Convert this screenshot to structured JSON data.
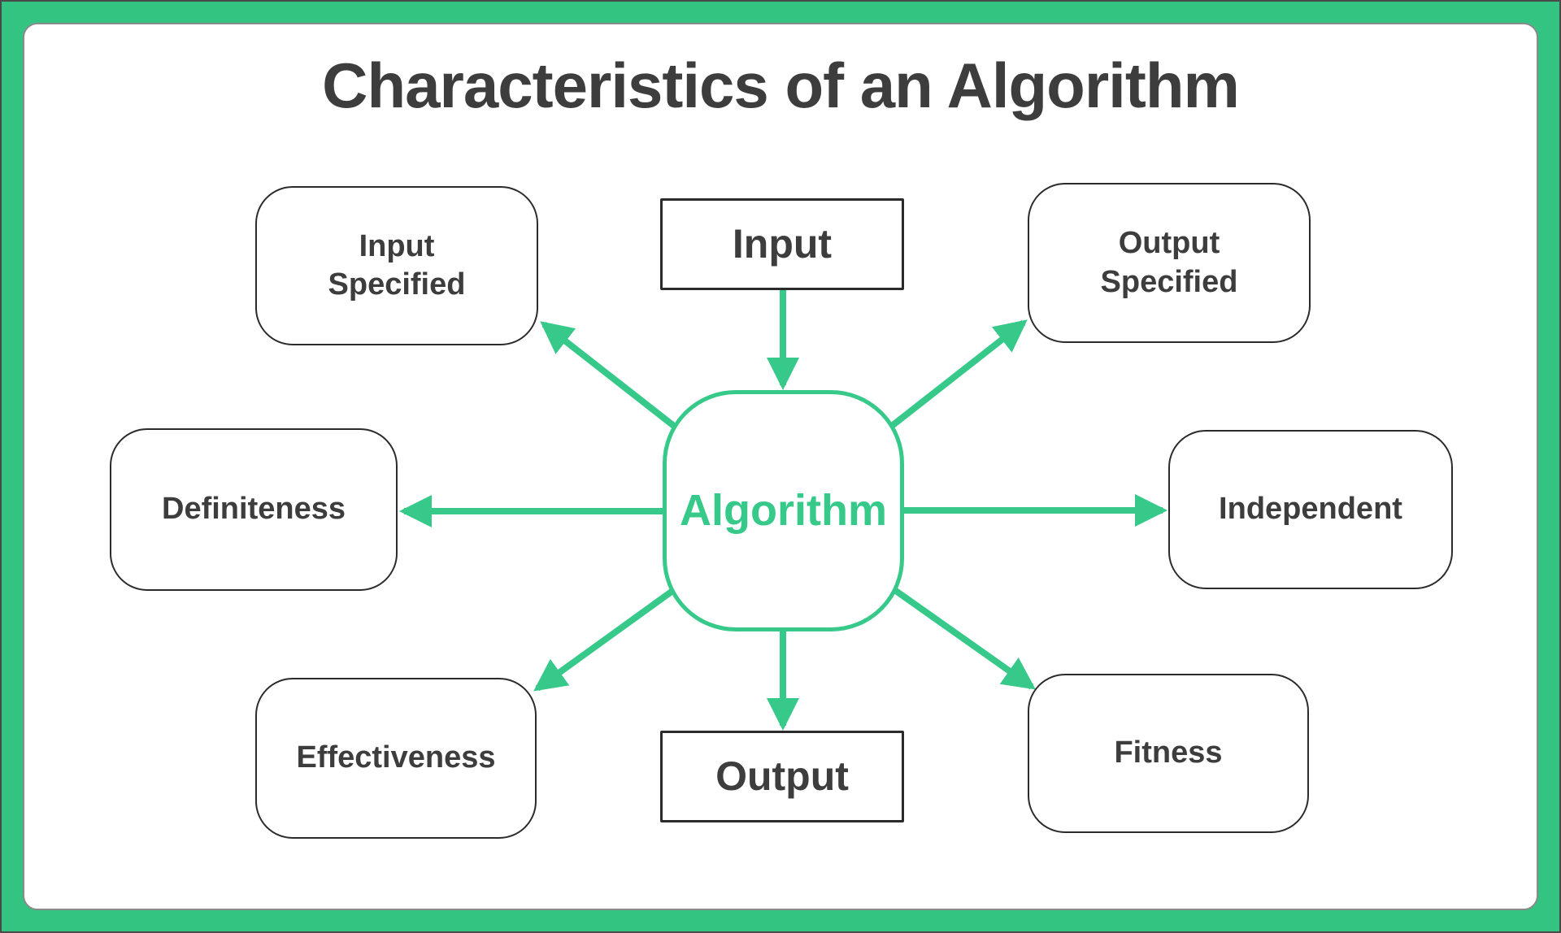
{
  "title": "Characteristics of an Algorithm",
  "colors": {
    "frame-green": "#33C481",
    "accent-green": "#36C98A",
    "node-border": "#2B2B2B",
    "text-dark": "#3D3D3D",
    "card-border": "#8A8A8A"
  },
  "center_node": {
    "label": "Algorithm"
  },
  "nodes": {
    "input": {
      "label": "Input",
      "shape": "rectangle"
    },
    "output": {
      "label": "Output",
      "shape": "rectangle"
    },
    "input_specified": {
      "lines": [
        "Input",
        "Specified"
      ],
      "shape": "rounded"
    },
    "output_specified": {
      "lines": [
        "Output",
        "Specified"
      ],
      "shape": "rounded"
    },
    "definiteness": {
      "label": "Definiteness",
      "shape": "rounded"
    },
    "independent": {
      "label": "Independent",
      "shape": "rounded"
    },
    "effectiveness": {
      "label": "Effectiveness",
      "shape": "rounded"
    },
    "fitness": {
      "label": "Fitness",
      "shape": "rounded"
    }
  },
  "edges": [
    {
      "from": "Input",
      "to": "Algorithm"
    },
    {
      "from": "Algorithm",
      "to": "Input Specified"
    },
    {
      "from": "Algorithm",
      "to": "Output Specified"
    },
    {
      "from": "Algorithm",
      "to": "Definiteness"
    },
    {
      "from": "Algorithm",
      "to": "Independent"
    },
    {
      "from": "Algorithm",
      "to": "Effectiveness"
    },
    {
      "from": "Algorithm",
      "to": "Fitness"
    },
    {
      "from": "Algorithm",
      "to": "Output"
    }
  ]
}
